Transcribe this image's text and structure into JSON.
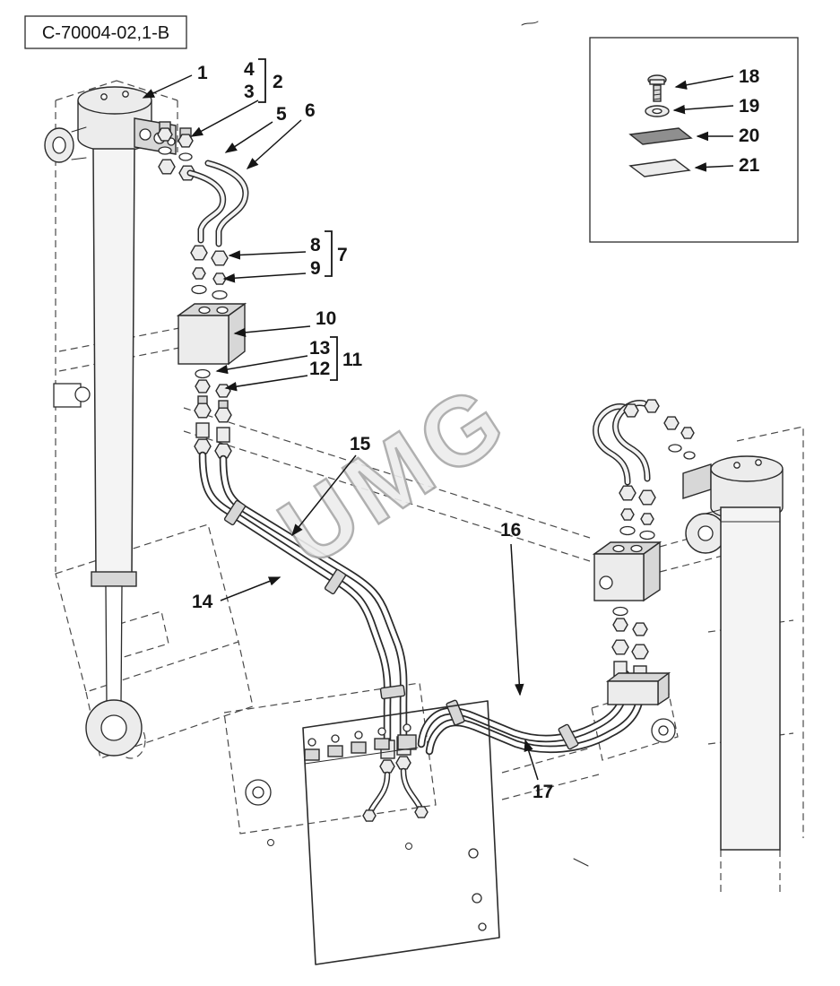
{
  "title": "C-70004-02,1-B",
  "watermark": "UMG",
  "callouts": {
    "n1": "1",
    "n2": "2",
    "n3": "3",
    "n4": "4",
    "n5": "5",
    "n6": "6",
    "n7": "7",
    "n8": "8",
    "n9": "9",
    "n10": "10",
    "n11": "11",
    "n12": "12",
    "n13": "13",
    "n14": "14",
    "n15": "15",
    "n16": "16",
    "n17": "17",
    "n18": "18",
    "n19": "19",
    "n20": "20",
    "n21": "21"
  },
  "colors": {
    "outline": "#2b2b2b",
    "metal_light": "#ececec",
    "metal_mid": "#d7d7d7",
    "metal_dark": "#8f8f8f",
    "watermark_fill": "#ededed",
    "watermark_stroke": "#a8a8a8"
  }
}
